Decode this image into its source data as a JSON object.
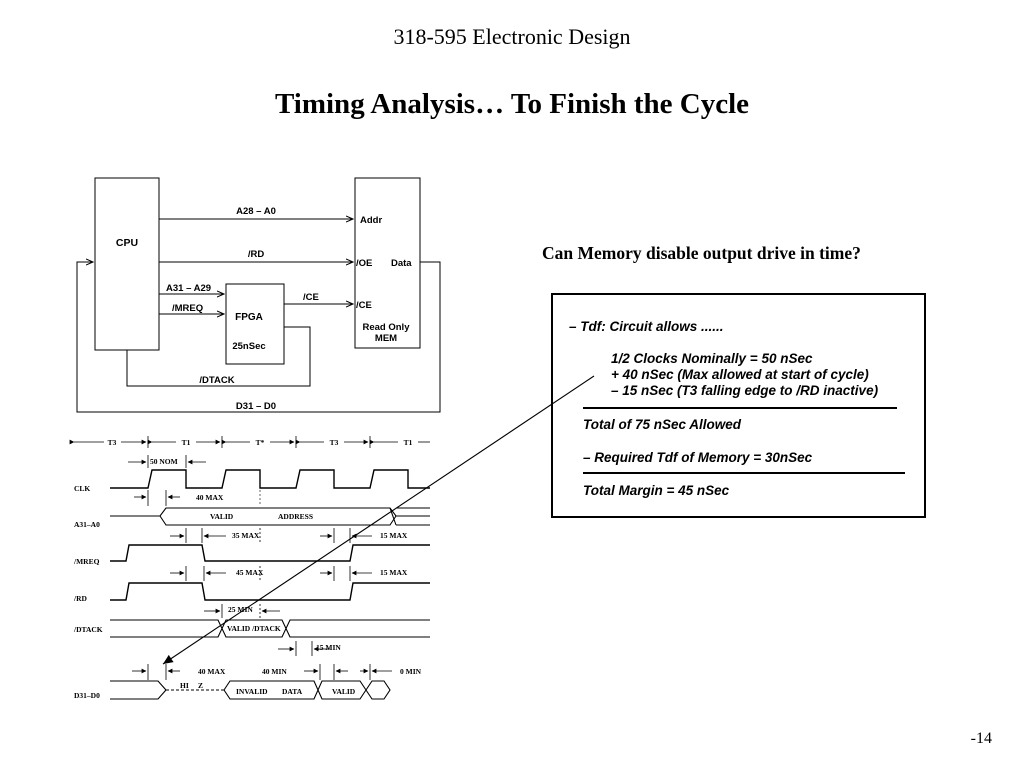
{
  "header": {
    "course": "318-595 Electronic Design",
    "title": "Timing Analysis… To Finish the Cycle"
  },
  "question": "Can Memory disable output drive in time?",
  "block_diagram": {
    "cpu": "CPU",
    "fpga": "FPGA",
    "fpga_delay": "25nSec",
    "mem_addr": "Addr",
    "mem_oe": "/OE",
    "mem_ce": "/CE",
    "mem_data": "Data",
    "mem_name_1": "Read Only",
    "mem_name_2": "MEM",
    "sig_addr": "A28 – A0",
    "sig_rd": "/RD",
    "sig_a31": "A31 – A29",
    "sig_mreq": "/MREQ",
    "sig_ce": "/CE",
    "sig_dtack": "/DTACK",
    "sig_data": "D31 – D0"
  },
  "timing": {
    "states": [
      "T3",
      "T1",
      "T*",
      "T3",
      "T1"
    ],
    "signals": [
      "CLK",
      "A31–A0",
      "/MREQ",
      "/RD",
      "/DTACK",
      "D31–D0"
    ],
    "nom50": "50 NOM",
    "max40a": "40 MAX",
    "valid": "VALID",
    "address": "ADDRESS",
    "max35": "35 MAX",
    "max15a": "15 MAX",
    "max45": "45 MAX",
    "max15b": "15 MAX",
    "min25": "25 MIN",
    "valid_dtack": "VALID /DTACK",
    "min15": "15 MIN",
    "max40b": "40 MAX",
    "min40": "40 MIN",
    "min0": "0 MIN",
    "hi": "HI",
    "z": "Z",
    "invalid": "INVALID",
    "data": "DATA",
    "valid2": "VALID"
  },
  "tdf": {
    "line1": "– Tdf:  Circuit allows ......",
    "line2": "1/2 Clocks Nominally = 50 nSec",
    "line3": "+ 40 nSec (Max allowed at start of cycle)",
    "line4": "– 15 nSec (T3 falling edge to /RD inactive)",
    "line5": "Total of 75 nSec Allowed",
    "line6": "– Required Tdf of Memory = 30nSec",
    "line7": "Total Margin = 45 nSec"
  },
  "page_number": "-14"
}
